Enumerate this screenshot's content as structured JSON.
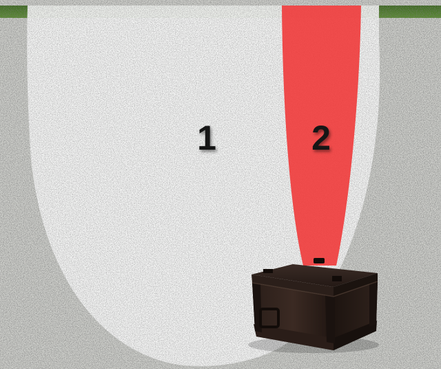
{
  "scene": {
    "zones": [
      {
        "id": "1",
        "label": "1",
        "color": "#f1f1f1"
      },
      {
        "id": "2",
        "label": "2",
        "color": "#f03a3a"
      }
    ],
    "ground_color": "#c9cac6",
    "grass_color": "#4f7a2c",
    "object": "wooden-chest-icon"
  }
}
